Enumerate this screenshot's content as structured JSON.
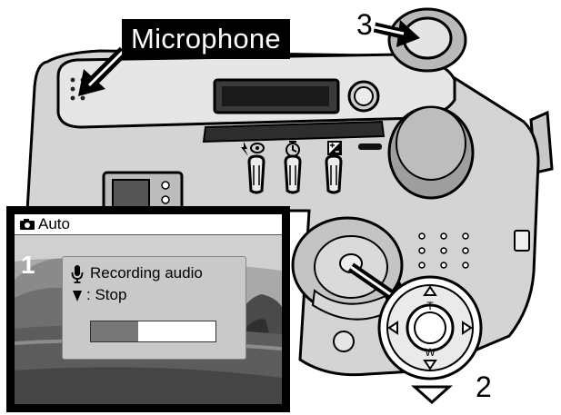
{
  "callouts": {
    "microphone": "Microphone",
    "step1": "1",
    "step2": "2",
    "step3": "3"
  },
  "camera": {
    "controller_labels": {
      "up": "T",
      "down": "W"
    },
    "button_icons": [
      "flash-icon",
      "self-timer-icon",
      "exposure-compensation-icon"
    ]
  },
  "lcd": {
    "mode_icon": "camera-icon",
    "mode_text": "Auto",
    "recording": {
      "mic_icon": "microphone-icon",
      "status": "Recording audio",
      "stop_icon": "down-triangle-icon",
      "stop_text": ": Stop",
      "progress": 0.38
    }
  },
  "colors": {
    "body": "#d4d4d4",
    "panel": "#e6e6e6",
    "overlay": "#c9c9c9",
    "progress_fill": "#777777"
  }
}
